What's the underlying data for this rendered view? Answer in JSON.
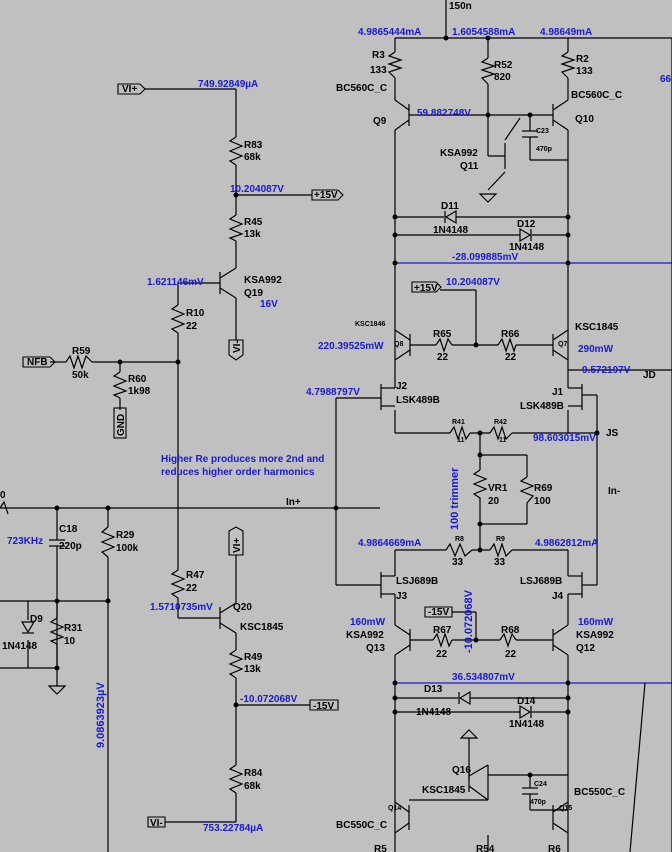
{
  "colors": {
    "background": "#c0c0c0",
    "wire": "#000000",
    "annotation": "#1a1acc"
  },
  "annotations": {
    "top_150n": "150n",
    "i_r3": "4.9865444mA",
    "i_r52": "1.6054588mA",
    "i_r2": "4.98649mA",
    "right_cut": "66",
    "i_r83": "749.92849µA",
    "v_q9": "59.882748V",
    "v_r83": "10.204087V",
    "v_q19": "1.621146mV",
    "p_q19": "16V",
    "v_d11": "-28.099885mV",
    "v_15v": "10.204087V",
    "p_q8": "220.39525mW",
    "p_q7": "290mW",
    "v_jd": "9.572197V",
    "v_j2": "4.7988797V",
    "v_js": "98.603015mV",
    "note_line1": "Higher Re produces more 2nd and",
    "note_line2": "reduces higher order harmonics",
    "freq": "723KHz",
    "trimmer": "100 trimmer",
    "i_r8": "4.9864669mA",
    "i_r9": "4.9862812mA",
    "v_q20": "1.5710735mV",
    "p_q13": "160mW",
    "p_q12": "160mW",
    "v_vertical": "-10.072068V",
    "v_d13": "36.534807mV",
    "v_r49": "-10.072068V",
    "i_left_vertical": "9.0863923µV",
    "i_r84": "753.22784µA",
    "zero_left": "0"
  },
  "components": {
    "r3": "R3",
    "r3_val": "133",
    "r52": "R52",
    "r52_val": "820",
    "r2": "R2",
    "r2_val": "133",
    "q9_model": "BC560C_C",
    "q9": "Q9",
    "q10_model": "BC560C_C",
    "q10": "Q10",
    "c23": "C23",
    "c23_val": "470p",
    "q11_model": "KSA992",
    "q11": "Q11",
    "r83": "R83",
    "r83_val": "68k",
    "r45": "R45",
    "r45_val": "13k",
    "d11": "D11",
    "d11_model": "1N4148",
    "d12": "D12",
    "d12_model": "1N4148",
    "q19_model": "KSA992",
    "q19": "Q19",
    "r10": "R10",
    "r10_val": "22",
    "r59": "R59",
    "r59_val": "50k",
    "r60": "R60",
    "r60_val": "1k98",
    "q8_model": "KSC1846",
    "q8": "Q8",
    "r65": "R65",
    "r65_val": "22",
    "r66": "R66",
    "r66_val": "22",
    "q7_model": "KSC1845",
    "q7": "Q7",
    "j2": "J2",
    "j2_model": "LSK489B",
    "j1": "J1",
    "j1_model": "LSK489B",
    "r41": "R41",
    "r41_val": "11",
    "r42": "R42",
    "r42_val": "11",
    "vr1": "VR1",
    "vr1_val": "20",
    "r69": "R69",
    "r69_val": "100",
    "c18": "C18",
    "c18_val": "220p",
    "r29": "R29",
    "r29_val": "100k",
    "r8": "R8",
    "r8_val": "33",
    "r9": "R9",
    "r9_val": "33",
    "j3": "J3",
    "j3_model": "LSJ689B",
    "j4": "J4",
    "j4_model": "LSJ689B",
    "r47": "R47",
    "r47_val": "22",
    "q20": "Q20",
    "q20_model": "KSC1845",
    "r49": "R49",
    "r49_val": "13k",
    "d9": "D9",
    "d9_model": "1N4148",
    "r31": "R31",
    "r31_val": "10",
    "q13_model": "KSA992",
    "q13": "Q13",
    "r67": "R67",
    "r67_val": "22",
    "r68": "R68",
    "r68_val": "22",
    "q12_model": "KSA992",
    "q12": "Q12",
    "d13": "D13",
    "d13_model": "1N4148",
    "d14": "D14",
    "d14_model": "1N4148",
    "r84": "R84",
    "r84_val": "68k",
    "q16": "Q16",
    "q16_model": "KSC1845",
    "c24": "C24",
    "c24_val": "470p",
    "q14": "Q14",
    "q14_model": "BC550C_C",
    "q15": "Q15",
    "q15_model": "BC550C_C",
    "r5": "R5",
    "r54": "R54",
    "r6": "R6"
  },
  "nets": {
    "vi_plus_top": "VI+",
    "plus15_a": "+15V",
    "nfb": "NFB",
    "gnd": "GND",
    "vi_minus_q19": "VI-",
    "plus15_b": "+15V",
    "jd": "JD",
    "js": "JS",
    "in_plus": "In+",
    "in_minus": "In-",
    "vi_plus_q20": "VI+",
    "minus15_a": "-15V",
    "minus15_b": "-15V",
    "vi_minus_bottom": "VI-"
  }
}
